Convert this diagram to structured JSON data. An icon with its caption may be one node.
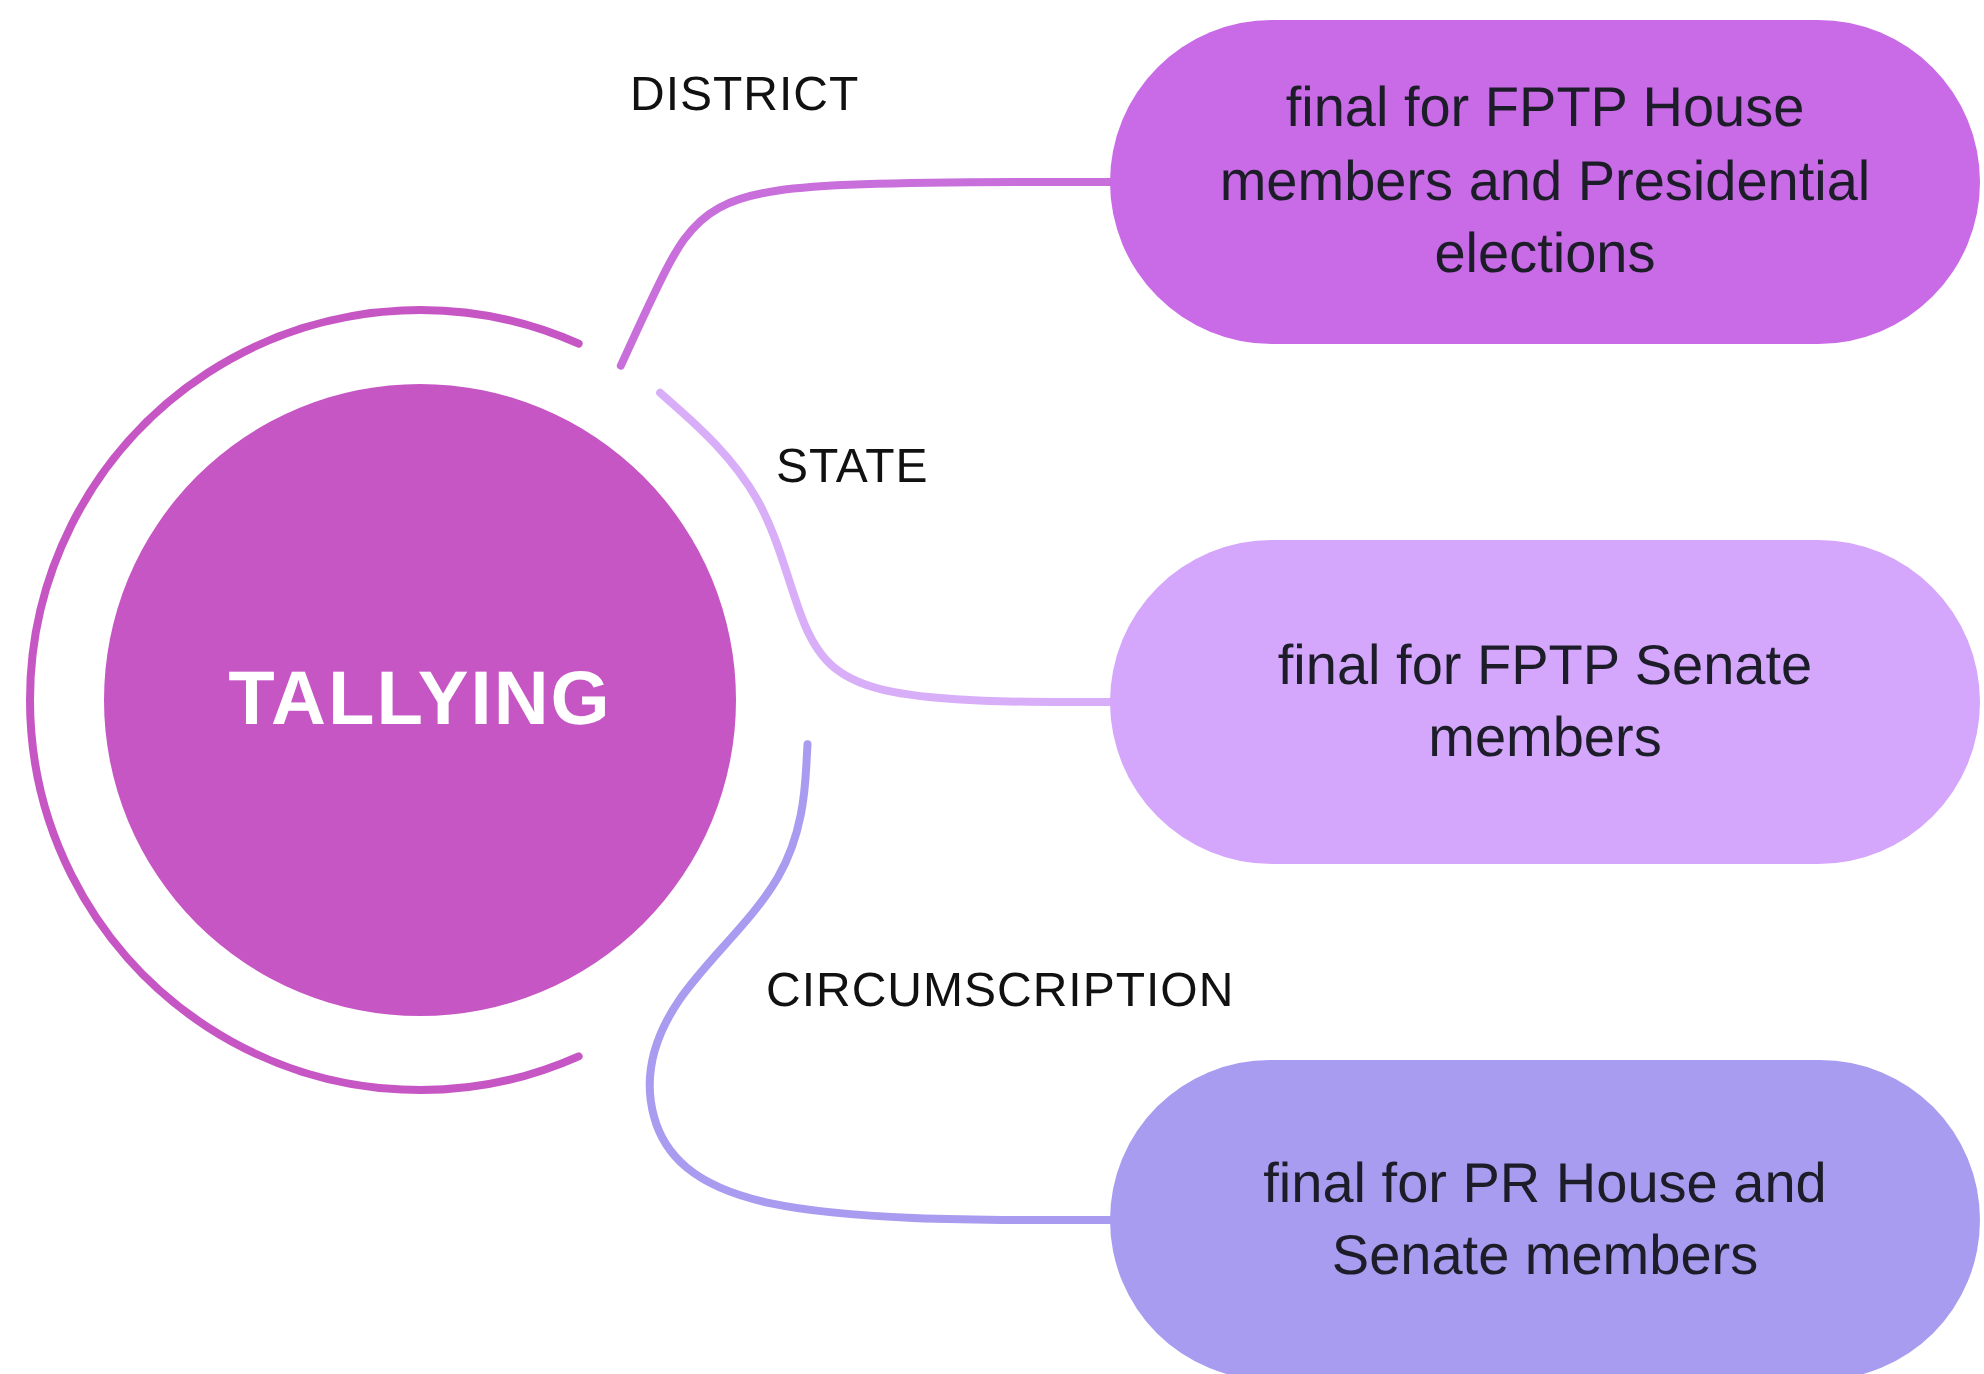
{
  "diagram": {
    "nodes": [
      {
        "text": [
          "TALLYING"
        ]
      },
      {
        "text": [
          "final for FPTP House members and Presidential elections"
        ]
      },
      {
        "text": [
          "final for FPTP Senate members"
        ]
      },
      {
        "text": [
          "final for PR House and Senate members"
        ]
      }
    ],
    "edges": [
      {
        "from": 0,
        "to": 1,
        "arrow": "none",
        "label": "DISTRICT",
        "color": "#c86fdc"
      },
      {
        "from": 0,
        "to": 2,
        "arrow": "none",
        "label": "STATE",
        "color": "#d9aef8"
      },
      {
        "from": 0,
        "to": 3,
        "arrow": "none",
        "label": "CIRCUMSCRIPTION",
        "color": "#a99bef"
      }
    ]
  }
}
